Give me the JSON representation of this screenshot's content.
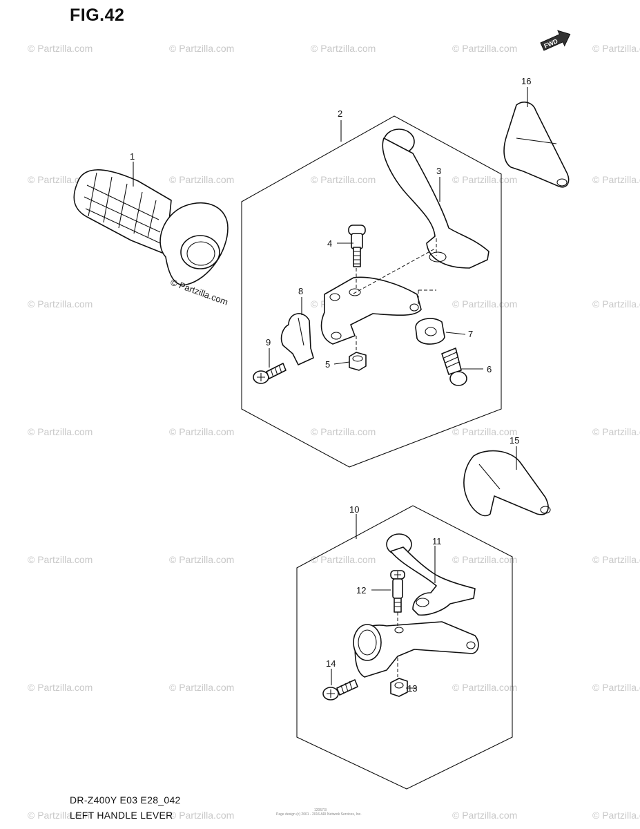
{
  "figure": {
    "title": "FIG.42",
    "model_code": "DR-Z400Y E03 E28_042",
    "caption": "LEFT HANDLE LEVER"
  },
  "watermark": {
    "text": "© Partzilla.com",
    "inline_text": "© Partzilla.com"
  },
  "direction_badge": {
    "label": "FWD"
  },
  "callouts": [
    {
      "id": "1",
      "label": "1"
    },
    {
      "id": "2",
      "label": "2"
    },
    {
      "id": "3",
      "label": "3"
    },
    {
      "id": "4",
      "label": "4"
    },
    {
      "id": "5",
      "label": "5"
    },
    {
      "id": "6",
      "label": "6"
    },
    {
      "id": "7",
      "label": "7"
    },
    {
      "id": "8",
      "label": "8"
    },
    {
      "id": "9",
      "label": "9"
    },
    {
      "id": "10",
      "label": "10"
    },
    {
      "id": "11",
      "label": "11"
    },
    {
      "id": "12",
      "label": "12"
    },
    {
      "id": "13",
      "label": "13"
    },
    {
      "id": "14",
      "label": "14"
    },
    {
      "id": "15",
      "label": "15"
    },
    {
      "id": "16",
      "label": "16"
    }
  ],
  "footer_small": {
    "line1": "12057/3",
    "line2": "Page design (c) 2001 - 2016 ARI Network Services, Inc."
  }
}
